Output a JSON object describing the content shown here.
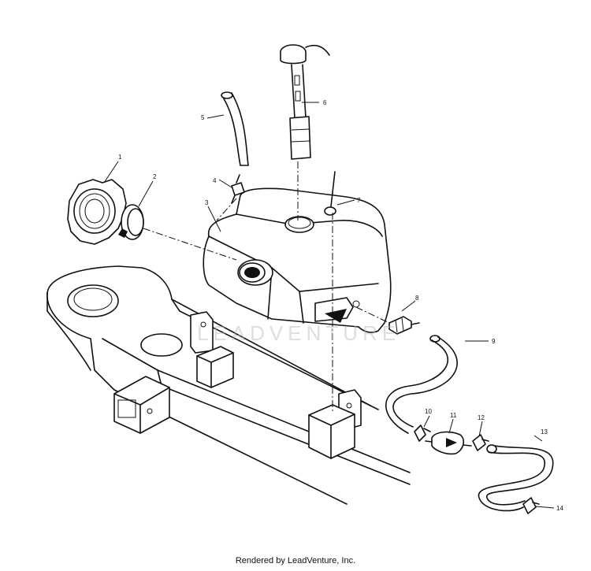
{
  "diagram": {
    "part_numbers": [
      "1",
      "2",
      "3",
      "4",
      "5",
      "6",
      "7",
      "8",
      "9",
      "10",
      "11",
      "12",
      "13",
      "14"
    ],
    "watermark": "LEADVENTURE",
    "footer": "Rendered by LeadVenture, Inc."
  }
}
